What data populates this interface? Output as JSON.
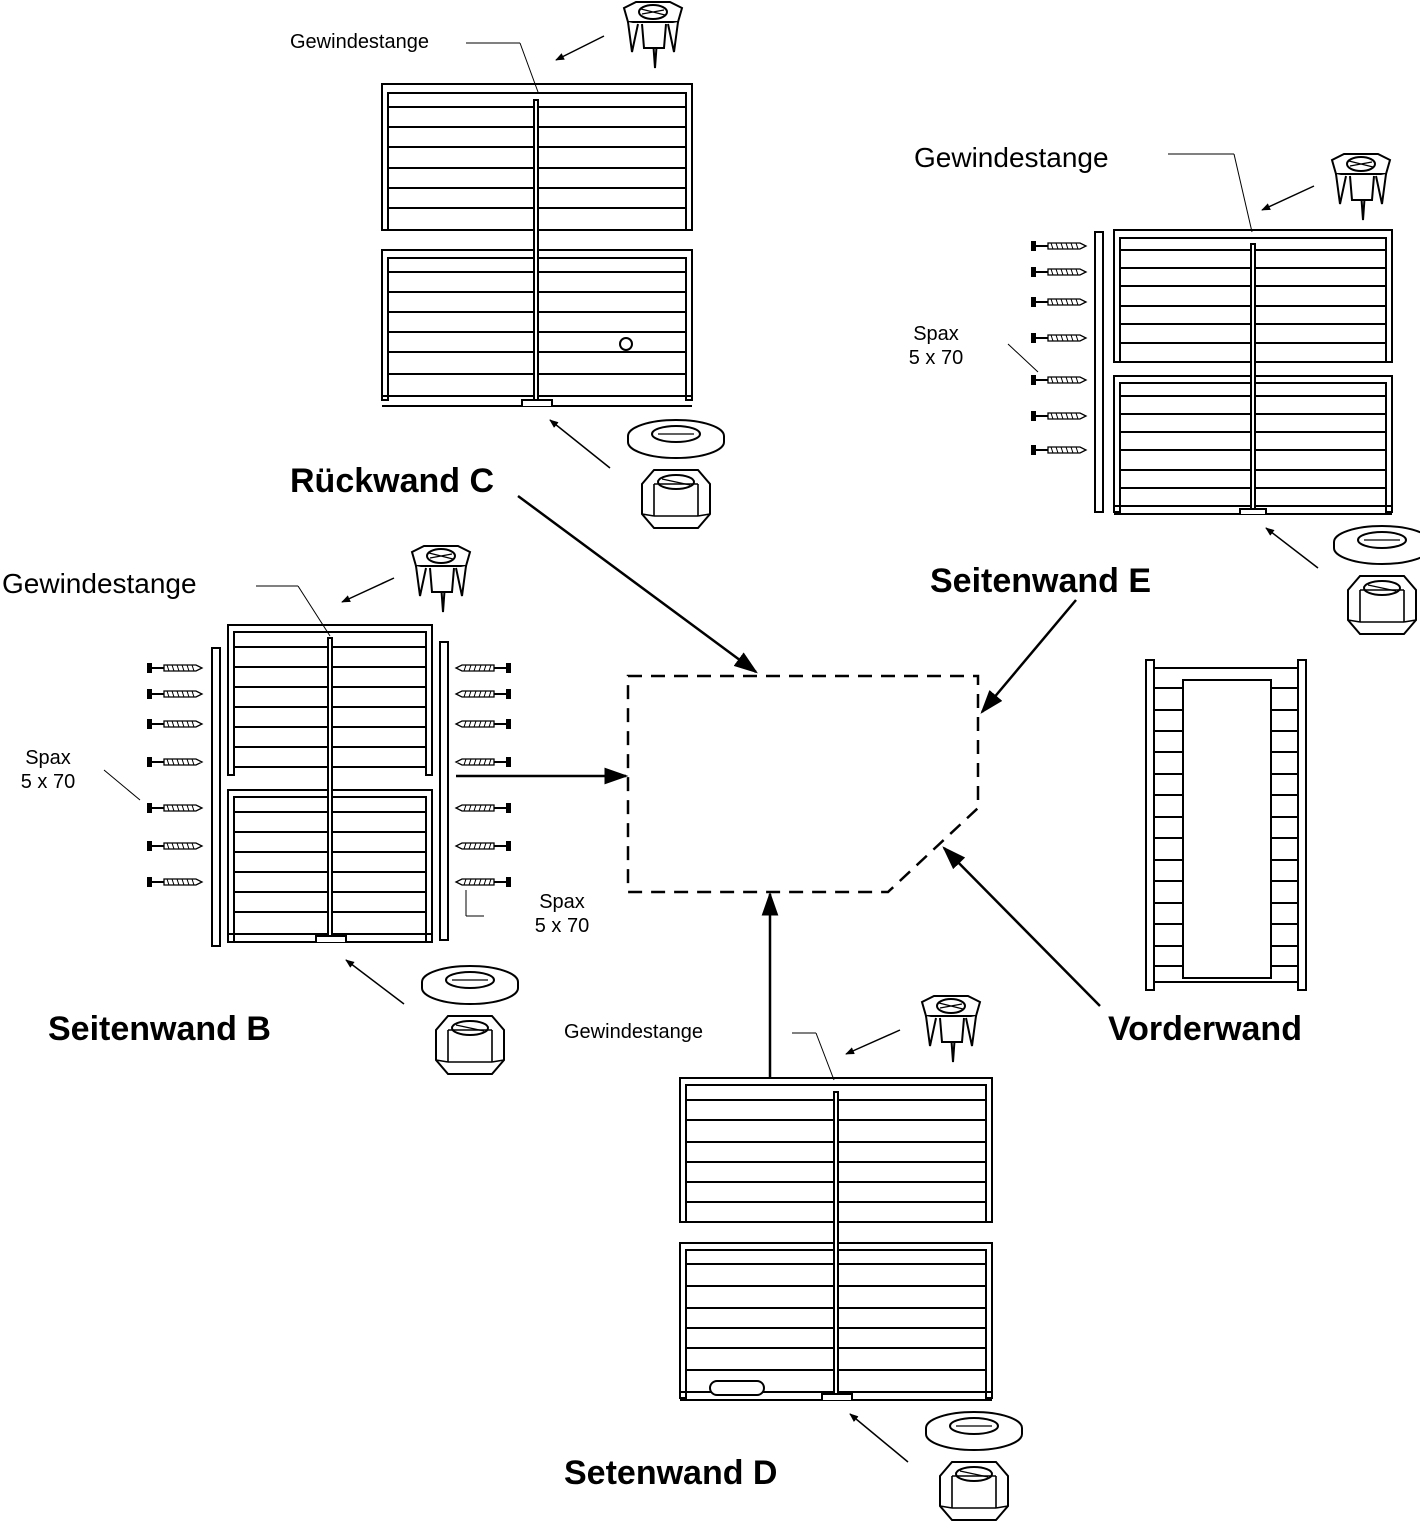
{
  "labels": {
    "rod_c": "Gewindestange",
    "rod_e": "Gewindestange",
    "rod_b": "Gewindestange",
    "rod_d": "Gewindestange",
    "spax_e": [
      "Spax",
      "5 x 70"
    ],
    "spax_b_left": [
      "Spax",
      "5 x 70"
    ],
    "spax_b_right": [
      "Spax",
      "5 x 70"
    ],
    "wall_c": "Rückwand C",
    "wall_e": "Seitenwand E",
    "wall_b": "Seitenwand B",
    "wall_d": "Setenwand D",
    "wall_front": "Vorderwand"
  },
  "colors": {
    "line": "#000000",
    "background": "#ffffff"
  },
  "icons": [
    "tee-nut-icon",
    "washer-icon",
    "hex-nut-icon",
    "spax-screw-icon",
    "arrow-icon"
  ]
}
